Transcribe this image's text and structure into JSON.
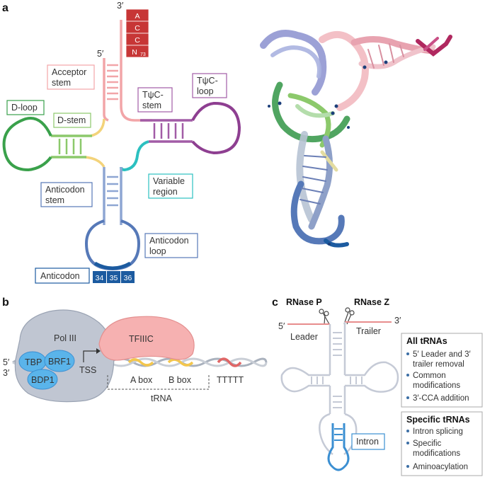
{
  "panels": {
    "a": "a",
    "b": "b",
    "c": "c"
  },
  "colors": {
    "acceptor": "#f2a5a8",
    "d_arm": "#3aa14b",
    "d_stem": "#8cc96b",
    "tpsic": "#a25ca6",
    "variable": "#2cc0c0",
    "anticodon_stem": "#8ea6d3",
    "anticodon_loop": "#5679b8",
    "anticodon": "#1c5ba0",
    "cca": "#c73636",
    "connector": "#f3d37a",
    "grey": "#c5cad6",
    "blue_loop": "#3b8fd2",
    "pink": "#e88d8d"
  },
  "a": {
    "three_prime": "3′",
    "five_prime": "5′",
    "cca_letters": [
      "A",
      "C",
      "C",
      "N"
    ],
    "n_sub": "73",
    "acceptor_stem": [
      "Acceptor",
      "stem"
    ],
    "d_loop": "D-loop",
    "d_stem": "D-stem",
    "tpsic_stem": [
      "TψC-",
      "stem"
    ],
    "tpsic_loop": [
      "TψC-",
      "loop"
    ],
    "variable_region": [
      "Variable",
      "region"
    ],
    "anticodon_stem": [
      "Anticodon",
      "stem"
    ],
    "anticodon_loop": [
      "Anticodon",
      "loop"
    ],
    "anticodon": "Anticodon",
    "anticodon_numbers": [
      "34",
      "35",
      "36"
    ]
  },
  "b": {
    "pol3": "Pol III",
    "tfiiic": "TFIIIC",
    "tbp": "TBP",
    "brf1": "BRF1",
    "bdp1": "BDP1",
    "tss": "TSS",
    "a_box": "A box",
    "b_box": "B box",
    "terminator": "TTTTT",
    "trna": "tRNA",
    "five_prime": "5′",
    "three_prime": "3′"
  },
  "c": {
    "rnase_p": "RNase P",
    "rnase_z": "RNase Z",
    "five_prime": "5′",
    "three_prime": "3′",
    "leader": "Leader",
    "trailer": "Trailer",
    "intron": "Intron",
    "all_title": "All tRNAs",
    "all_items": [
      [
        "5′ Leader and 3′",
        "trailer removal"
      ],
      [
        "Common",
        "modifications"
      ],
      [
        "3′-CCA addition"
      ]
    ],
    "specific_title": "Specific tRNAs",
    "specific_items": [
      [
        "Intron splicing"
      ],
      [
        "Specific",
        "modifications"
      ],
      [
        "Aminoacylation"
      ]
    ]
  }
}
